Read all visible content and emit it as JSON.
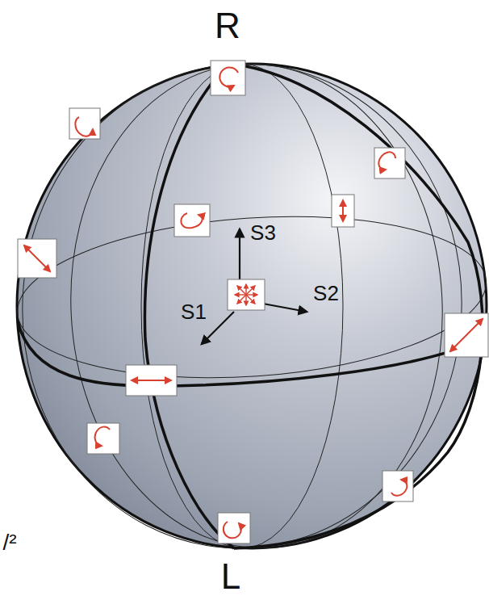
{
  "diagram": {
    "labels": [
      "R",
      "L",
      "S3",
      "S1",
      "S2",
      "/²"
    ]
  }
}
